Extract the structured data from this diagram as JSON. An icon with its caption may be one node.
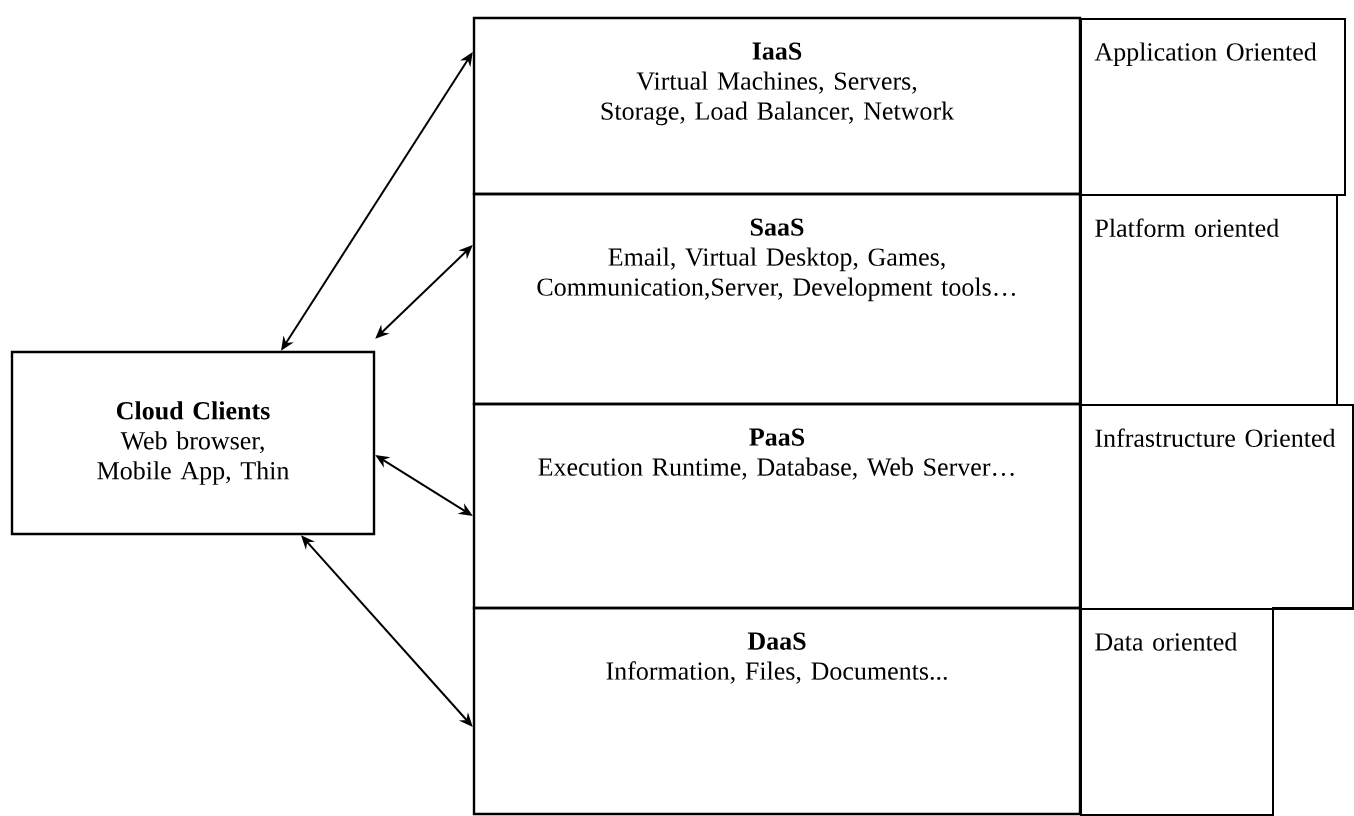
{
  "diagram": {
    "nodes": [
      {
        "text": [
          "Cloud Clients",
          "Web browser, Mobile App, Thin"
        ]
      },
      {
        "text": [
          "IaaS",
          "Virtual Machines, Servers, Storage, Load Balancer, Network"
        ]
      },
      {
        "text": [
          "SaaS",
          "Email, Virtual Desktop, Games, Communication,Server, Development tools…"
        ]
      },
      {
        "text": [
          "PaaS",
          "Execution Runtime, Database, Web Server…"
        ]
      },
      {
        "text": [
          "DaaS",
          "Information, Files, Documents..."
        ]
      },
      {
        "text": [
          "Application Oriented"
        ]
      },
      {
        "text": [
          "Platform oriented"
        ]
      },
      {
        "text": [
          "Infrastructure Oriented"
        ]
      },
      {
        "text": [
          "Data oriented"
        ]
      }
    ],
    "edges": [
      {
        "from": 0,
        "to": 1,
        "arrow": "both"
      },
      {
        "from": 0,
        "to": 2,
        "arrow": "both"
      },
      {
        "from": 0,
        "to": 3,
        "arrow": "both"
      },
      {
        "from": 0,
        "to": 4,
        "arrow": "both"
      }
    ]
  }
}
